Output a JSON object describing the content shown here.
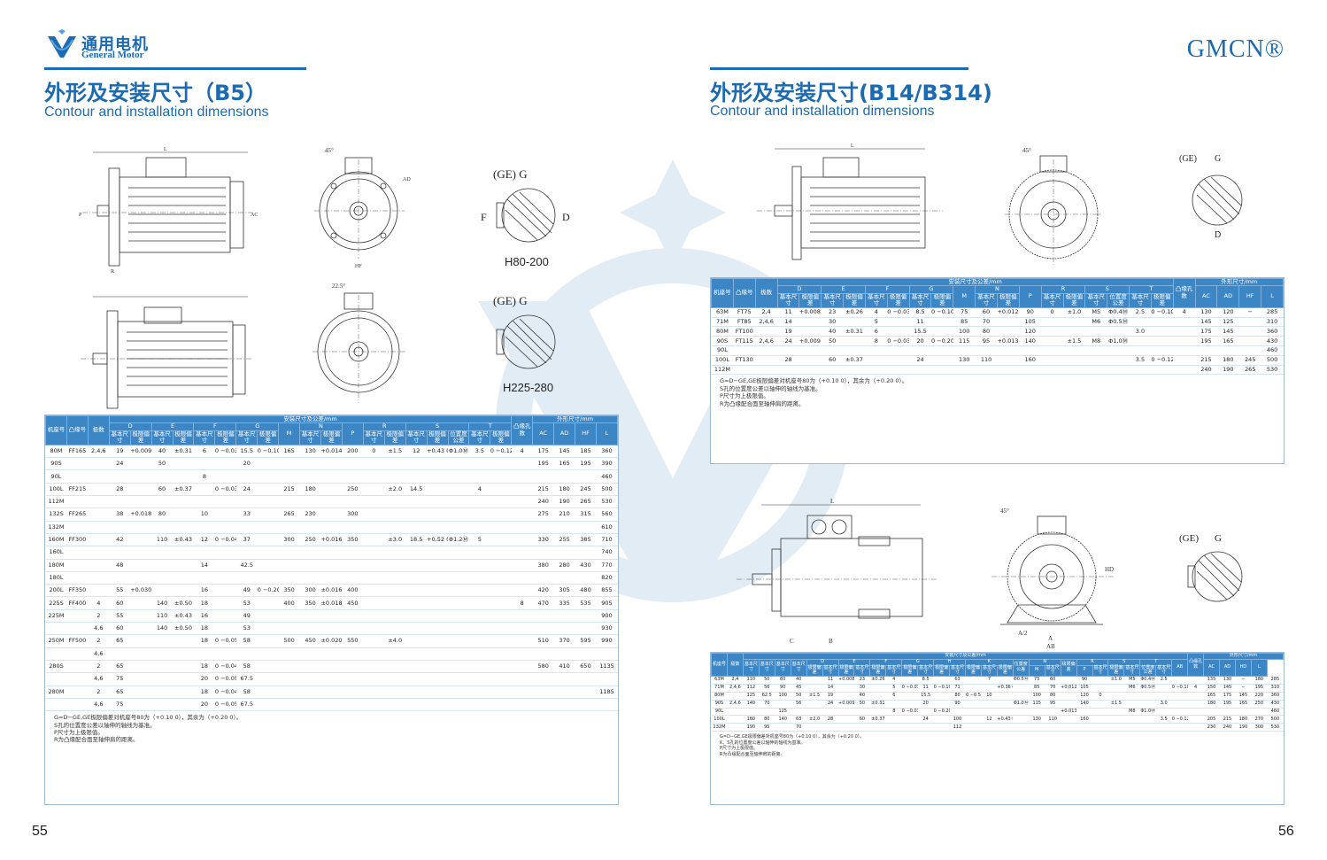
{
  "brand": {
    "name_cn": "通用电机",
    "name_en": "General Motor",
    "mark": "GMCN®"
  },
  "left": {
    "title_cn": "外形及安装尺寸（B5）",
    "title_en": "Contour and installation dimensions",
    "captions": [
      "H80-200",
      "H225-280"
    ],
    "page": "55"
  },
  "right": {
    "title_cn": "外形及安装尺寸(B14/B314)",
    "title_en": "Contour and installation dimensions",
    "page": "56"
  },
  "dim_labels": {
    "L": "L",
    "AD": "AD",
    "AC": "AC",
    "HF": "HF",
    "P": "P",
    "N": "N",
    "R": "R",
    "angle1": "45°",
    "angle2": "22.5°",
    "ge_g": "(GE) G",
    "ge": "(GE)",
    "G": "G",
    "D": "D",
    "F": "F",
    "M": "M",
    "S": "S",
    "T": "T",
    "A": "A",
    "A2": "A/2",
    "AB": "AB",
    "B": "B",
    "C": "C",
    "H": "H",
    "HD": "HD",
    "K": "K"
  },
  "table1": {
    "h_main": "安装尺寸及公差/mm",
    "h_outer": "外形尺寸/mm",
    "h_frame": "机座号",
    "h_flange": "凸缘号",
    "h_poles": "极数",
    "h_holes": "凸缘孔数",
    "g": [
      "D",
      "E",
      "F",
      "G",
      "M",
      "N",
      "P",
      "R",
      "S",
      "T"
    ],
    "sub": [
      "基本尺寸",
      "极限偏差",
      "基本尺寸",
      "极限偏差",
      "基本尺寸",
      "极限偏差",
      "基本尺寸",
      "极限偏差",
      "M",
      "基本尺寸",
      "极限偏差",
      "P",
      "基本尺寸",
      "极限偏差",
      "基本尺寸",
      "极限偏差",
      "位置度公差",
      "基本尺寸",
      "极限偏差"
    ],
    "outer": [
      "AC",
      "AD",
      "HF",
      "L"
    ],
    "rows": [
      [
        "80M",
        "FF165",
        "2,4,6",
        "19",
        "+0.009 −0.004",
        "40",
        "±0.31",
        "6",
        "0 −0.030",
        "15.5",
        "0 −0.10",
        "165",
        "130",
        "+0.014 −0.011",
        "200",
        "0",
        "±1.5",
        "12",
        "+0.43 0",
        "Φ1.0Ⓜ",
        "3.5",
        "0 −0.12",
        "4",
        "175",
        "145",
        "185",
        "360"
      ],
      [
        "90S",
        "",
        "",
        "24",
        "",
        "50",
        "",
        "",
        "",
        "20",
        "",
        "",
        "",
        "",
        "",
        "",
        "",
        "",
        "",
        "",
        "",
        "",
        "",
        "195",
        "165",
        "195",
        "390"
      ],
      [
        "90L",
        "",
        "",
        "",
        "",
        "",
        "",
        "8",
        "",
        "",
        "",
        "",
        "",
        "",
        "",
        "",
        "",
        "",
        "",
        "",
        "",
        "",
        "",
        "",
        "",
        "",
        "460"
      ],
      [
        "100L",
        "FF215",
        "",
        "28",
        "",
        "60",
        "±0.37",
        "",
        "0 −0.036",
        "24",
        "",
        "215",
        "180",
        "",
        "250",
        "",
        "±2.0",
        "14.5",
        "",
        "",
        "4",
        "",
        "",
        "215",
        "180",
        "245",
        "500"
      ],
      [
        "112M",
        "",
        "",
        "",
        "",
        "",
        "",
        "",
        "",
        "",
        "",
        "",
        "",
        "",
        "",
        "",
        "",
        "",
        "",
        "",
        "",
        "",
        "",
        "240",
        "190",
        "265",
        "530"
      ],
      [
        "132S",
        "FF265",
        "",
        "38",
        "+0.018 +0.002",
        "80",
        "",
        "10",
        "",
        "33",
        "",
        "265",
        "230",
        "",
        "300",
        "",
        "",
        "",
        "",
        "",
        "",
        "",
        "",
        "275",
        "210",
        "315",
        "560"
      ],
      [
        "132M",
        "",
        "",
        "",
        "",
        "",
        "",
        "",
        "",
        "",
        "",
        "",
        "",
        "",
        "",
        "",
        "",
        "",
        "",
        "",
        "",
        "",
        "",
        "",
        "",
        "",
        "610"
      ],
      [
        "160M",
        "FF300",
        "",
        "42",
        "",
        "110",
        "±0.43",
        "12",
        "0 −0.043",
        "37",
        "",
        "300",
        "250",
        "+0.016 −0.013",
        "350",
        "",
        "±3.0",
        "18.5",
        "+0.52 0",
        "Φ1.2Ⓜ",
        "5",
        "",
        "",
        "330",
        "255",
        "385",
        "710"
      ],
      [
        "160L",
        "",
        "",
        "",
        "",
        "",
        "",
        "",
        "",
        "",
        "",
        "",
        "",
        "",
        "",
        "",
        "",
        "",
        "",
        "",
        "",
        "",
        "",
        "",
        "",
        "",
        "740"
      ],
      [
        "180M",
        "",
        "",
        "48",
        "",
        "",
        "",
        "14",
        "",
        "42.5",
        "",
        "",
        "",
        "",
        "",
        "",
        "",
        "",
        "",
        "",
        "",
        "",
        "",
        "380",
        "280",
        "430",
        "770"
      ],
      [
        "180L",
        "",
        "",
        "",
        "",
        "",
        "",
        "",
        "",
        "",
        "",
        "",
        "",
        "",
        "",
        "",
        "",
        "",
        "",
        "",
        "",
        "",
        "",
        "",
        "",
        "",
        "820"
      ],
      [
        "200L",
        "FF350",
        "",
        "55",
        "+0.030 +0.011",
        "",
        "",
        "16",
        "",
        "49",
        "0 −0.20",
        "350",
        "300",
        "±0.016",
        "400",
        "",
        "",
        "",
        "",
        "",
        "",
        "",
        "",
        "420",
        "305",
        "480",
        "855"
      ],
      [
        "225S",
        "FF400",
        "4",
        "60",
        "",
        "140",
        "±0.50",
        "18",
        "",
        "53",
        "",
        "400",
        "350",
        "±0.018",
        "450",
        "",
        "",
        "",
        "",
        "",
        "",
        "",
        "8",
        "470",
        "335",
        "535",
        "905"
      ],
      [
        "225M",
        "",
        "2",
        "55",
        "",
        "110",
        "±0.43",
        "16",
        "",
        "49",
        "",
        "",
        "",
        "",
        "",
        "",
        "",
        "",
        "",
        "",
        "",
        "",
        "",
        "",
        "",
        "",
        "900"
      ],
      [
        "",
        "",
        "4,6",
        "60",
        "",
        "140",
        "±0.50",
        "18",
        "",
        "53",
        "",
        "",
        "",
        "",
        "",
        "",
        "",
        "",
        "",
        "",
        "",
        "",
        "",
        "",
        "",
        "",
        "930"
      ],
      [
        "250M",
        "FF500",
        "2",
        "65",
        "",
        "",
        "",
        "18",
        "0 −0.052",
        "58",
        "",
        "500",
        "450",
        "±0.020",
        "550",
        "",
        "±4.0",
        "",
        "",
        "",
        "",
        "",
        "",
        "510",
        "370",
        "595",
        "990"
      ],
      [
        "",
        "",
        "4,6",
        "",
        "",
        "",
        "",
        "",
        "",
        "",
        "",
        "",
        "",
        "",
        "",
        "",
        "",
        "",
        "",
        "",
        "",
        "",
        "",
        "",
        "",
        "",
        ""
      ],
      [
        "280S",
        "",
        "2",
        "65",
        "",
        "",
        "",
        "18",
        "0 −0.043",
        "58",
        "",
        "",
        "",
        "",
        "",
        "",
        "",
        "",
        "",
        "",
        "",
        "",
        "",
        "580",
        "410",
        "650",
        "1135"
      ],
      [
        "",
        "",
        "4,6",
        "75",
        "",
        "",
        "",
        "20",
        "0 −0.052",
        "67.5",
        "",
        "",
        "",
        "",
        "",
        "",
        "",
        "",
        "",
        "",
        "",
        "",
        "",
        "",
        "",
        "",
        ""
      ],
      [
        "280M",
        "",
        "2",
        "65",
        "",
        "",
        "",
        "18",
        "0 −0.043",
        "58",
        "",
        "",
        "",
        "",
        "",
        "",
        "",
        "",
        "",
        "",
        "",
        "",
        "",
        "",
        "",
        "",
        "1185"
      ],
      [
        "",
        "",
        "4,6",
        "75",
        "",
        "",
        "",
        "20",
        "0 −0.052",
        "67.5",
        "",
        "",
        "",
        "",
        "",
        "",
        "",
        "",
        "",
        "",
        "",
        "",
        "",
        "",
        "",
        "",
        ""
      ]
    ],
    "notes": [
      "G=D−GE,GE极限偏差对机座号80为（+0.10 0），其余为（+0.20 0）。",
      "S孔的位置度公差以轴伸的轴线为基准。",
      "P尺寸为上极限值。",
      "R为凸缘配合面至轴伸肩的距离。"
    ]
  },
  "table2": {
    "h_main": "安装尺寸及公差/mm",
    "h_outer": "外形尺寸/mm",
    "h_frame": "机座号",
    "h_flange": "凸缘号",
    "h_poles": "极数",
    "h_holes": "凸缘孔数",
    "g": [
      "D",
      "E",
      "F",
      "G",
      "M",
      "N",
      "P",
      "R",
      "S",
      "T"
    ],
    "sub": [
      "基本尺寸",
      "极限偏差",
      "基本尺寸",
      "极限偏差",
      "基本尺寸",
      "极限偏差",
      "基本尺寸",
      "极限偏差",
      "M",
      "基本尺寸",
      "极限偏差",
      "P",
      "基本尺寸",
      "极限偏差",
      "基本尺寸",
      "位置度公差",
      "基本尺寸",
      "极限偏差"
    ],
    "outer": [
      "AC",
      "AD",
      "HF",
      "L"
    ],
    "rows": [
      [
        "63M",
        "FT75",
        "2,4",
        "11",
        "+0.008 −0.003",
        "23",
        "±0.26",
        "4",
        "0 −0.030",
        "8.5",
        "0 −0.10",
        "75",
        "60",
        "+0.012 +0.007",
        "90",
        "0",
        "±1.0",
        "M5",
        "Φ0.4Ⓜ",
        "2.5",
        "0 −0.10",
        "4",
        "130",
        "120",
        "−",
        "285"
      ],
      [
        "71M",
        "FT85",
        "2,4,6",
        "14",
        "",
        "30",
        "",
        "5",
        "",
        "11",
        "",
        "85",
        "70",
        "",
        "105",
        "",
        "",
        "M6",
        "Φ0.5Ⓜ",
        "",
        "",
        "",
        "145",
        "125",
        "",
        "310"
      ],
      [
        "80M",
        "FT100",
        "",
        "19",
        "",
        "40",
        "±0.31",
        "6",
        "",
        "15.5",
        "",
        "100",
        "80",
        "",
        "120",
        "",
        "",
        "",
        "",
        "3.0",
        "",
        "",
        "175",
        "145",
        "",
        "360"
      ],
      [
        "90S",
        "FT115",
        "2,4,6",
        "24",
        "+0.009 −0.004",
        "50",
        "",
        "8",
        "0 −0.036",
        "20",
        "0 −0.20",
        "115",
        "95",
        "+0.013 +0.009",
        "140",
        "",
        "±1.5",
        "M8",
        "Φ1.0Ⓜ",
        "",
        "",
        "",
        "195",
        "165",
        "",
        "430"
      ],
      [
        "90L",
        "",
        "",
        "",
        "",
        "",
        "",
        "",
        "",
        "",
        "",
        "",
        "",
        "",
        "",
        "",
        "",
        "",
        "",
        "",
        "",
        "",
        "",
        "",
        "",
        "460"
      ],
      [
        "100L",
        "FT130",
        "",
        "28",
        "",
        "60",
        "±0.37",
        "",
        "",
        "24",
        "",
        "130",
        "110",
        "",
        "160",
        "",
        "",
        "",
        "",
        "3.5",
        "0 −0.12",
        "",
        "215",
        "180",
        "245",
        "500"
      ],
      [
        "112M",
        "",
        "",
        "",
        "",
        "",
        "",
        "",
        "",
        "",
        "",
        "",
        "",
        "",
        "",
        "",
        "",
        "",
        "",
        "",
        "",
        "",
        "240",
        "190",
        "265",
        "530"
      ]
    ],
    "notes": [
      "G=D−GE,GE极限偏差对机座号80为（+0.10 0），其余为（+0.20 0）。",
      "S孔的位置度公差以轴伸的轴线为基准。",
      "P尺寸为上极限值。",
      "R为凸缘配合面至轴伸肩的距离。"
    ]
  },
  "table3": {
    "h_main": "安装尺寸及公差/mm",
    "h_outer": "外形尺寸/mm",
    "h_frame": "机座号",
    "h_poles": "极数",
    "h_holes": "凸缘孔数",
    "g": [
      "A",
      "A/2",
      "B",
      "C",
      "D",
      "E",
      "F",
      "G",
      "H",
      "K",
      "M",
      "N",
      "P",
      "R",
      "S",
      "T"
    ],
    "sub": [
      "基本尺寸",
      "基本尺寸",
      "基本尺寸",
      "基本尺寸",
      "极限偏差",
      "基本尺寸",
      "极限偏差",
      "基本尺寸",
      "极限偏差",
      "基本尺寸",
      "极限偏差",
      "基本尺寸",
      "极限偏差",
      "基本尺寸",
      "极限偏差",
      "基本尺寸",
      "极限偏差",
      "位置度公差",
      "M",
      "基本尺寸",
      "极限偏差",
      "P",
      "基本尺寸",
      "极限偏差",
      "基本尺寸",
      "位置度公差",
      "基本尺寸",
      "极限偏差"
    ],
    "outer": [
      "AB",
      "AC",
      "AD",
      "HD",
      "L"
    ],
    "rows": [
      [
        "63M",
        "2,4",
        "110",
        "50",
        "80",
        "40",
        "",
        "11",
        "+0.008 −0.003",
        "23",
        "±0.26",
        "4",
        "",
        "8.5",
        "",
        "63",
        "",
        "7",
        "",
        "Φ0.5Ⓜ",
        "75",
        "60",
        "",
        "90",
        "",
        "±1.0",
        "M5",
        "Φ0.4Ⓜ",
        "2.5",
        "",
        "",
        "135",
        "130",
        "−",
        "180",
        "285"
      ],
      [
        "71M",
        "2,4,6",
        "112",
        "56",
        "90",
        "45",
        "",
        "14",
        "",
        "30",
        "",
        "5",
        "0 −0.030",
        "11",
        "0 −0.10",
        "71",
        "",
        "",
        "+0.36 0",
        "",
        "85",
        "70",
        "+0.012 −0.007",
        "105",
        "",
        "",
        "M6",
        "Φ0.5Ⓜ",
        "",
        "0 −0.10",
        "4",
        "150",
        "145",
        "−",
        "195",
        "310"
      ],
      [
        "80M",
        "",
        "125",
        "62.5",
        "100",
        "50",
        "±1.5",
        "19",
        "",
        "40",
        "",
        "6",
        "",
        "15.5",
        "",
        "80",
        "0 −0.5",
        "10",
        "",
        "",
        "100",
        "80",
        "",
        "120",
        "0",
        "",
        "",
        "",
        "",
        "",
        "",
        "165",
        "175",
        "145",
        "220",
        "360"
      ],
      [
        "90S",
        "2,4,6",
        "140",
        "70",
        "",
        "56",
        "",
        "24",
        "+0.009 −0.004",
        "50",
        "±0.31",
        "",
        "",
        "20",
        "",
        "90",
        "",
        "",
        "",
        "Φ1.0Ⓜ",
        "115",
        "95",
        "",
        "140",
        "",
        "±1.5",
        "",
        "",
        "3.0",
        "",
        "",
        "180",
        "195",
        "165",
        "250",
        "430"
      ],
      [
        "90L",
        "",
        "",
        "",
        "125",
        "",
        "",
        "",
        "",
        "",
        "",
        "8",
        "0 −0.036",
        "",
        "0 −0.20",
        "",
        "",
        "",
        "",
        "",
        "",
        "",
        "+0.013 −0.009",
        "",
        "",
        "",
        "M8",
        "Φ1.0Ⓜ",
        "",
        "",
        "",
        "",
        "",
        "",
        "",
        "460"
      ],
      [
        "100L",
        "",
        "160",
        "80",
        "140",
        "63",
        "±2.0",
        "28",
        "",
        "60",
        "±0.37",
        "",
        "",
        "24",
        "",
        "100",
        "",
        "12",
        "+0.43 0",
        "",
        "130",
        "110",
        "",
        "160",
        "",
        "",
        "",
        "",
        "3.5",
        "0 −0.12",
        "",
        "205",
        "215",
        "180",
        "270",
        "500"
      ],
      [
        "132M",
        "",
        "190",
        "95",
        "",
        "70",
        "",
        "",
        "",
        "",
        "",
        "",
        "",
        "",
        "",
        "112",
        "",
        "",
        "",
        "",
        "",
        "",
        "",
        "",
        "",
        "",
        "",
        "",
        "",
        "",
        "",
        "230",
        "240",
        "190",
        "300",
        "530"
      ]
    ],
    "notes": [
      "G=D−GE,GE极限偏差对机座号80为（+0.10 0），其余为（+0.20 0）。",
      "K、S孔的位置度公差以轴伸的轴线为基准。",
      "P尺寸为上极限值。",
      "R为凸缘配合面至轴伸肩的距离。"
    ]
  }
}
